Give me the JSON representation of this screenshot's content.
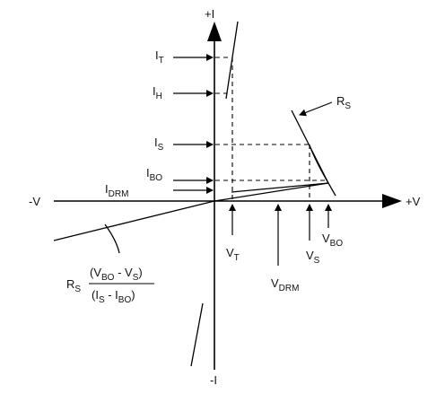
{
  "axes": {
    "pos_i": "+I",
    "neg_i": "-I",
    "pos_v": "+V",
    "neg_v": "-V"
  },
  "current_labels": {
    "it": {
      "main": "I",
      "sub": "T"
    },
    "ih": {
      "main": "I",
      "sub": "H"
    },
    "is": {
      "main": "I",
      "sub": "S"
    },
    "ibo": {
      "main": "I",
      "sub": "BO"
    },
    "idrm": {
      "main": "I",
      "sub": "DRM"
    }
  },
  "voltage_labels": {
    "vt": {
      "main": "V",
      "sub": "T"
    },
    "vdrm": {
      "main": "V",
      "sub": "DRM"
    },
    "vs": {
      "main": "V",
      "sub": "S"
    },
    "vbo": {
      "main": "V",
      "sub": "BO"
    }
  },
  "rs_callout": {
    "main": "R",
    "sub": "S"
  },
  "formula": {
    "rs_main": "R",
    "rs_sub": "S",
    "num_open": "(V",
    "num_sub1": "BO",
    "num_mid": " - V",
    "num_sub2": "S",
    "num_close": ")",
    "den_open": "(I",
    "den_sub1": "S",
    "den_mid": " - I",
    "den_sub2": "BO",
    "den_close": ")"
  },
  "colors": {
    "line": "#000000",
    "background": "#ffffff"
  }
}
